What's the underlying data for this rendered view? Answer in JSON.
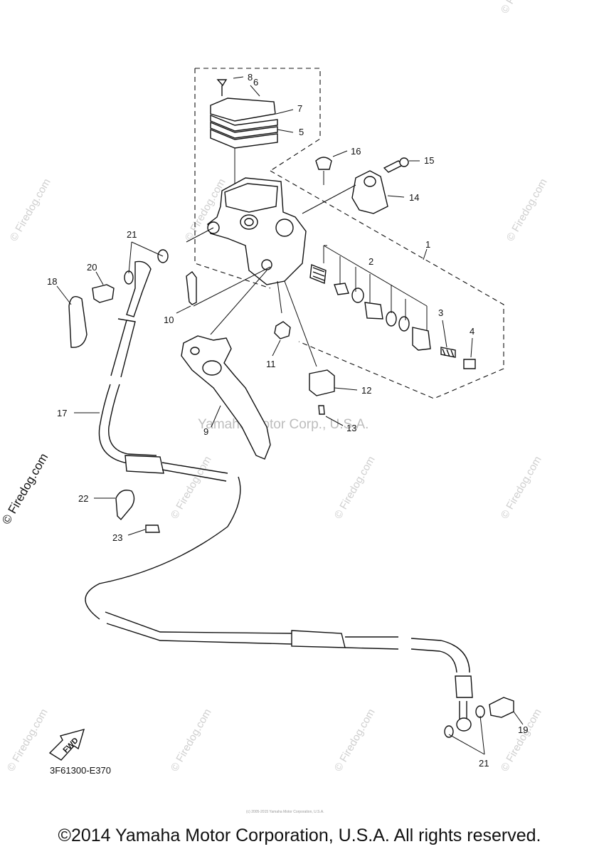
{
  "parts": [
    {
      "num": "1"
    },
    {
      "num": "2"
    },
    {
      "num": "3"
    },
    {
      "num": "4"
    },
    {
      "num": "5"
    },
    {
      "num": "6"
    },
    {
      "num": "7"
    },
    {
      "num": "8"
    },
    {
      "num": "9"
    },
    {
      "num": "10"
    },
    {
      "num": "11"
    },
    {
      "num": "12"
    },
    {
      "num": "13"
    },
    {
      "num": "14"
    },
    {
      "num": "15"
    },
    {
      "num": "16"
    },
    {
      "num": "17"
    },
    {
      "num": "18"
    },
    {
      "num": "19"
    },
    {
      "num": "20"
    },
    {
      "num": "21"
    },
    {
      "num": "21"
    },
    {
      "num": "22"
    },
    {
      "num": "23"
    }
  ],
  "watermarks": {
    "site": "© Firedog.com",
    "center": "Yamaha Motor Corp., U.S.A."
  },
  "fwd_label": "FWD",
  "diagram_code": "3F61300-E370",
  "small_print": "(c) 2005-2015 Yamaha Motor Corporation, U.S.A.",
  "copyright": "©2014 Yamaha Motor Corporation, U.S.A. All rights reserved."
}
